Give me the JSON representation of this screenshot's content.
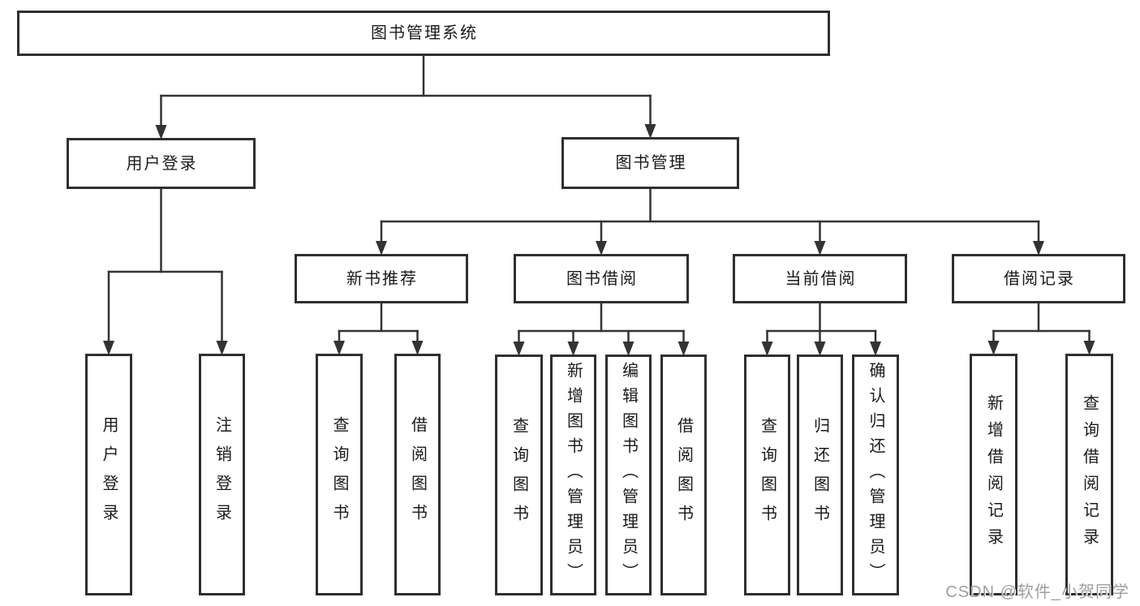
{
  "diagram_title": "图书管理系统",
  "tree": {
    "nodes": [
      {
        "id": "root",
        "label": "图书管理系统",
        "parent": null
      },
      {
        "id": "user-login",
        "label": "用户登录",
        "parent": "root"
      },
      {
        "id": "book-mgmt",
        "label": "图书管理",
        "parent": "root"
      },
      {
        "id": "new-book-rec",
        "label": "新书推荐",
        "parent": "book-mgmt"
      },
      {
        "id": "book-borrow",
        "label": "图书借阅",
        "parent": "book-mgmt"
      },
      {
        "id": "current-borrow",
        "label": "当前借阅",
        "parent": "book-mgmt"
      },
      {
        "id": "borrow-records",
        "label": "借阅记录",
        "parent": "book-mgmt"
      },
      {
        "id": "ul-login",
        "label": "用户登录",
        "parent": "user-login"
      },
      {
        "id": "ul-logout",
        "label": "注销登录",
        "parent": "user-login"
      },
      {
        "id": "nbr-query",
        "label": "查询图书",
        "parent": "new-book-rec"
      },
      {
        "id": "nbr-borrow",
        "label": "借阅图书",
        "parent": "new-book-rec"
      },
      {
        "id": "bb-query",
        "label": "查询图书",
        "parent": "book-borrow"
      },
      {
        "id": "bb-add",
        "label": "新增图书（管理员）",
        "parent": "book-borrow"
      },
      {
        "id": "bb-edit",
        "label": "编辑图书（管理员）",
        "parent": "book-borrow"
      },
      {
        "id": "bb-borrow",
        "label": "借阅图书",
        "parent": "book-borrow"
      },
      {
        "id": "cb-query",
        "label": "查询图书",
        "parent": "current-borrow"
      },
      {
        "id": "cb-return",
        "label": "归还图书",
        "parent": "current-borrow"
      },
      {
        "id": "cb-confirm",
        "label": "确认归还（管理员）",
        "parent": "current-borrow"
      },
      {
        "id": "br-add",
        "label": "新增借阅记录",
        "parent": "borrow-records"
      },
      {
        "id": "br-query",
        "label": "查询借阅记录",
        "parent": "borrow-records"
      }
    ]
  },
  "watermark": "CSDN @软件_小贺同学",
  "colors": {
    "line": "#333333",
    "box_border": "#2f2f2f",
    "box_fill": "#ffffff",
    "text": "#1a1a1a",
    "watermark": "#9e9e9e",
    "background": "#ffffff"
  }
}
